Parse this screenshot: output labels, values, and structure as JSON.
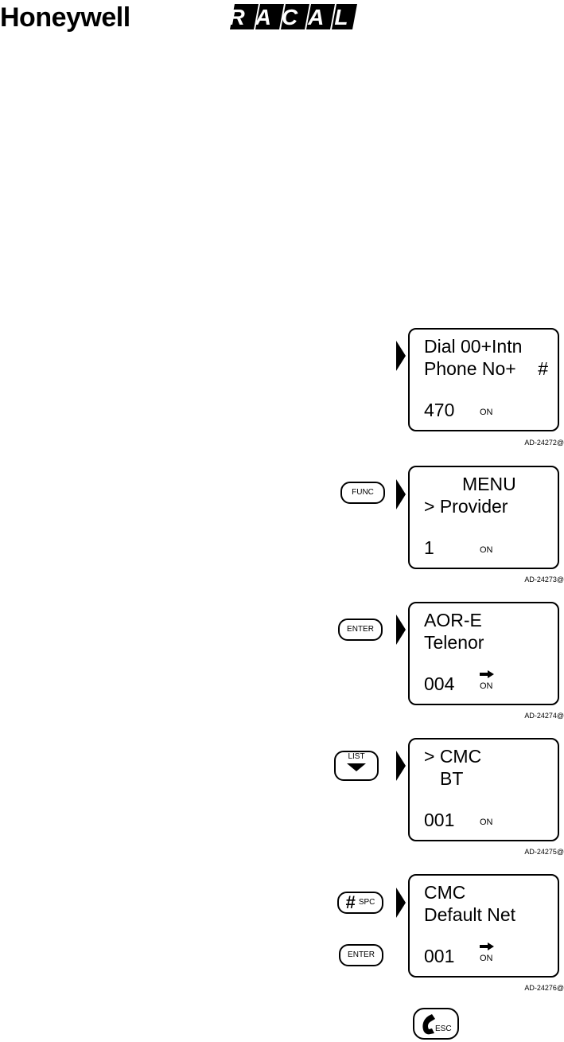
{
  "header": {
    "brand1": "Honeywell",
    "brand2": "RACAL"
  },
  "panels": [
    {
      "line1": "Dial 00+Intn",
      "line2": "Phone No+",
      "hash": "#",
      "number": "470",
      "status": "ON",
      "ref": "AD-24272@"
    },
    {
      "line1": "MENU",
      "line2": "> Provider",
      "number": "1",
      "status": "ON",
      "ref": "AD-24273@",
      "key": "FUNC"
    },
    {
      "line1": "AOR-E",
      "line2": "Telenor",
      "number": "004",
      "status": "ON",
      "ref": "AD-24274@",
      "key": "ENTER"
    },
    {
      "line1": "> CMC",
      "line2": "BT",
      "number": "001",
      "status": "ON",
      "ref": "AD-24275@",
      "key": "LIST"
    },
    {
      "line1": "CMC",
      "line2": "Default Net",
      "number": "001",
      "status": "ON",
      "ref": "AD-24276@",
      "key": "SPC",
      "key_hash": "#",
      "key2": "ENTER"
    }
  ],
  "footer": {
    "esc_key": "ESC"
  },
  "icons": [
    "arrow-right-icon",
    "pointer-triangle-icon",
    "list-down-triangle-icon",
    "handset-icon"
  ]
}
